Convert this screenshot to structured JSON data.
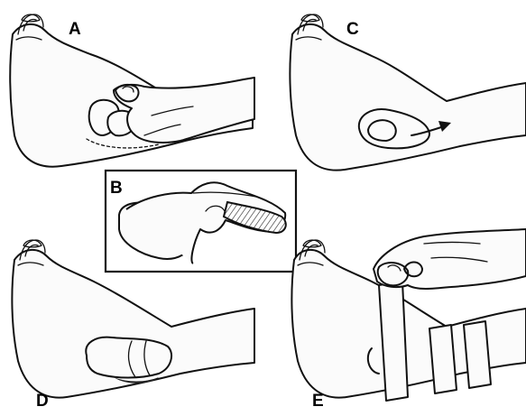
{
  "panels": [
    {
      "id": "A",
      "label": "A"
    },
    {
      "id": "B",
      "label": "B"
    },
    {
      "id": "C",
      "label": "C"
    },
    {
      "id": "D",
      "label": "D"
    },
    {
      "id": "E",
      "label": "E"
    }
  ]
}
